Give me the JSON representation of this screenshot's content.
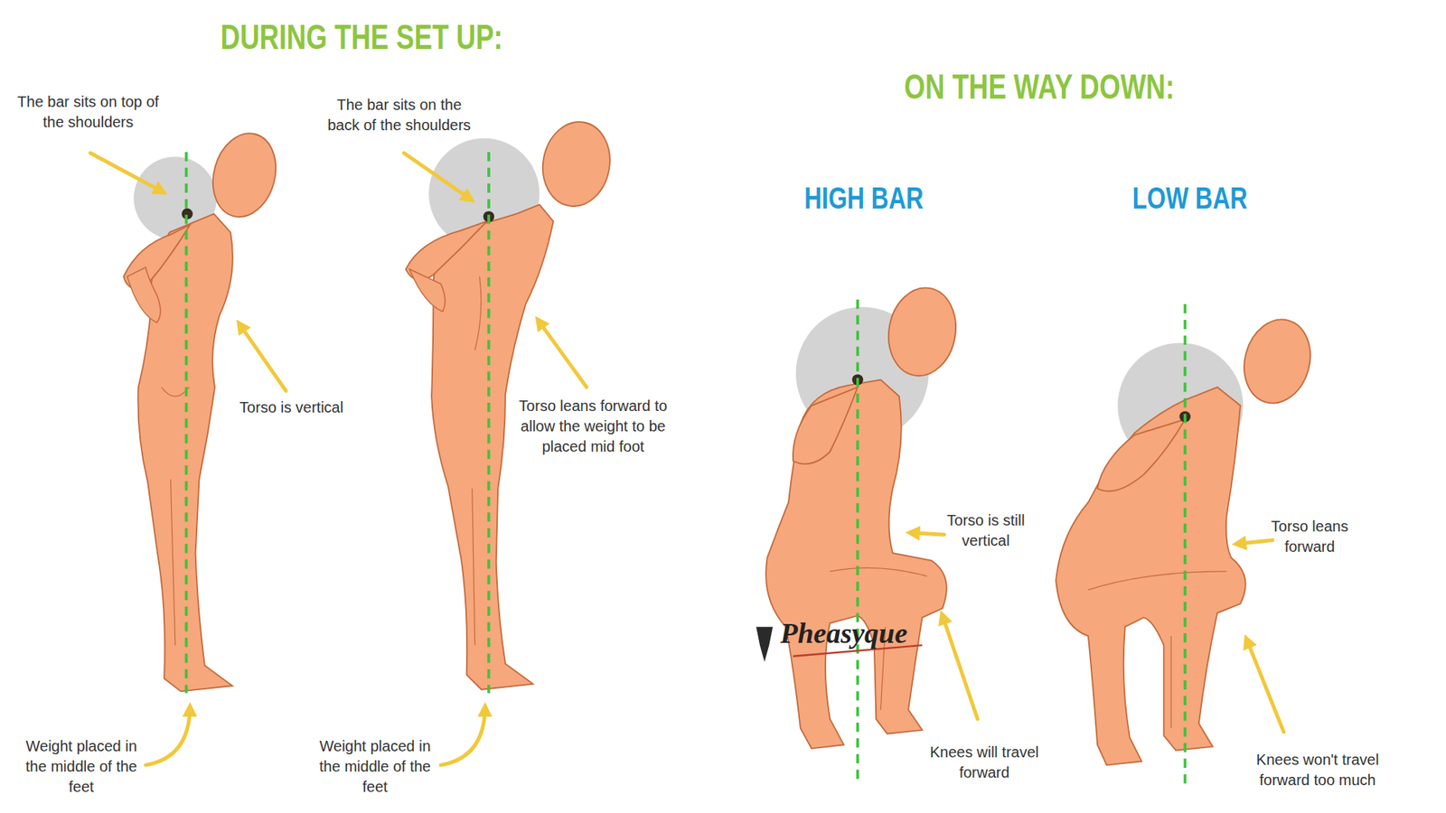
{
  "diagram": {
    "labels": [
      "DURING THE SET UP:",
      "ON THE WAY DOWN:",
      "HIGH BAR",
      "LOW BAR",
      "The bar sits on top of the shoulders",
      "The bar sits on the back of the shoulders",
      "Torso is vertical",
      "Torso leans forward to allow the weight to be placed mid foot",
      "Weight placed in the middle of the feet",
      "Weight placed in the middle of the feet",
      "Torso is still vertical",
      "Knees will travel forward",
      "Torso leans forward",
      "Knees won't travel forward too much",
      "Pheasyque"
    ]
  }
}
